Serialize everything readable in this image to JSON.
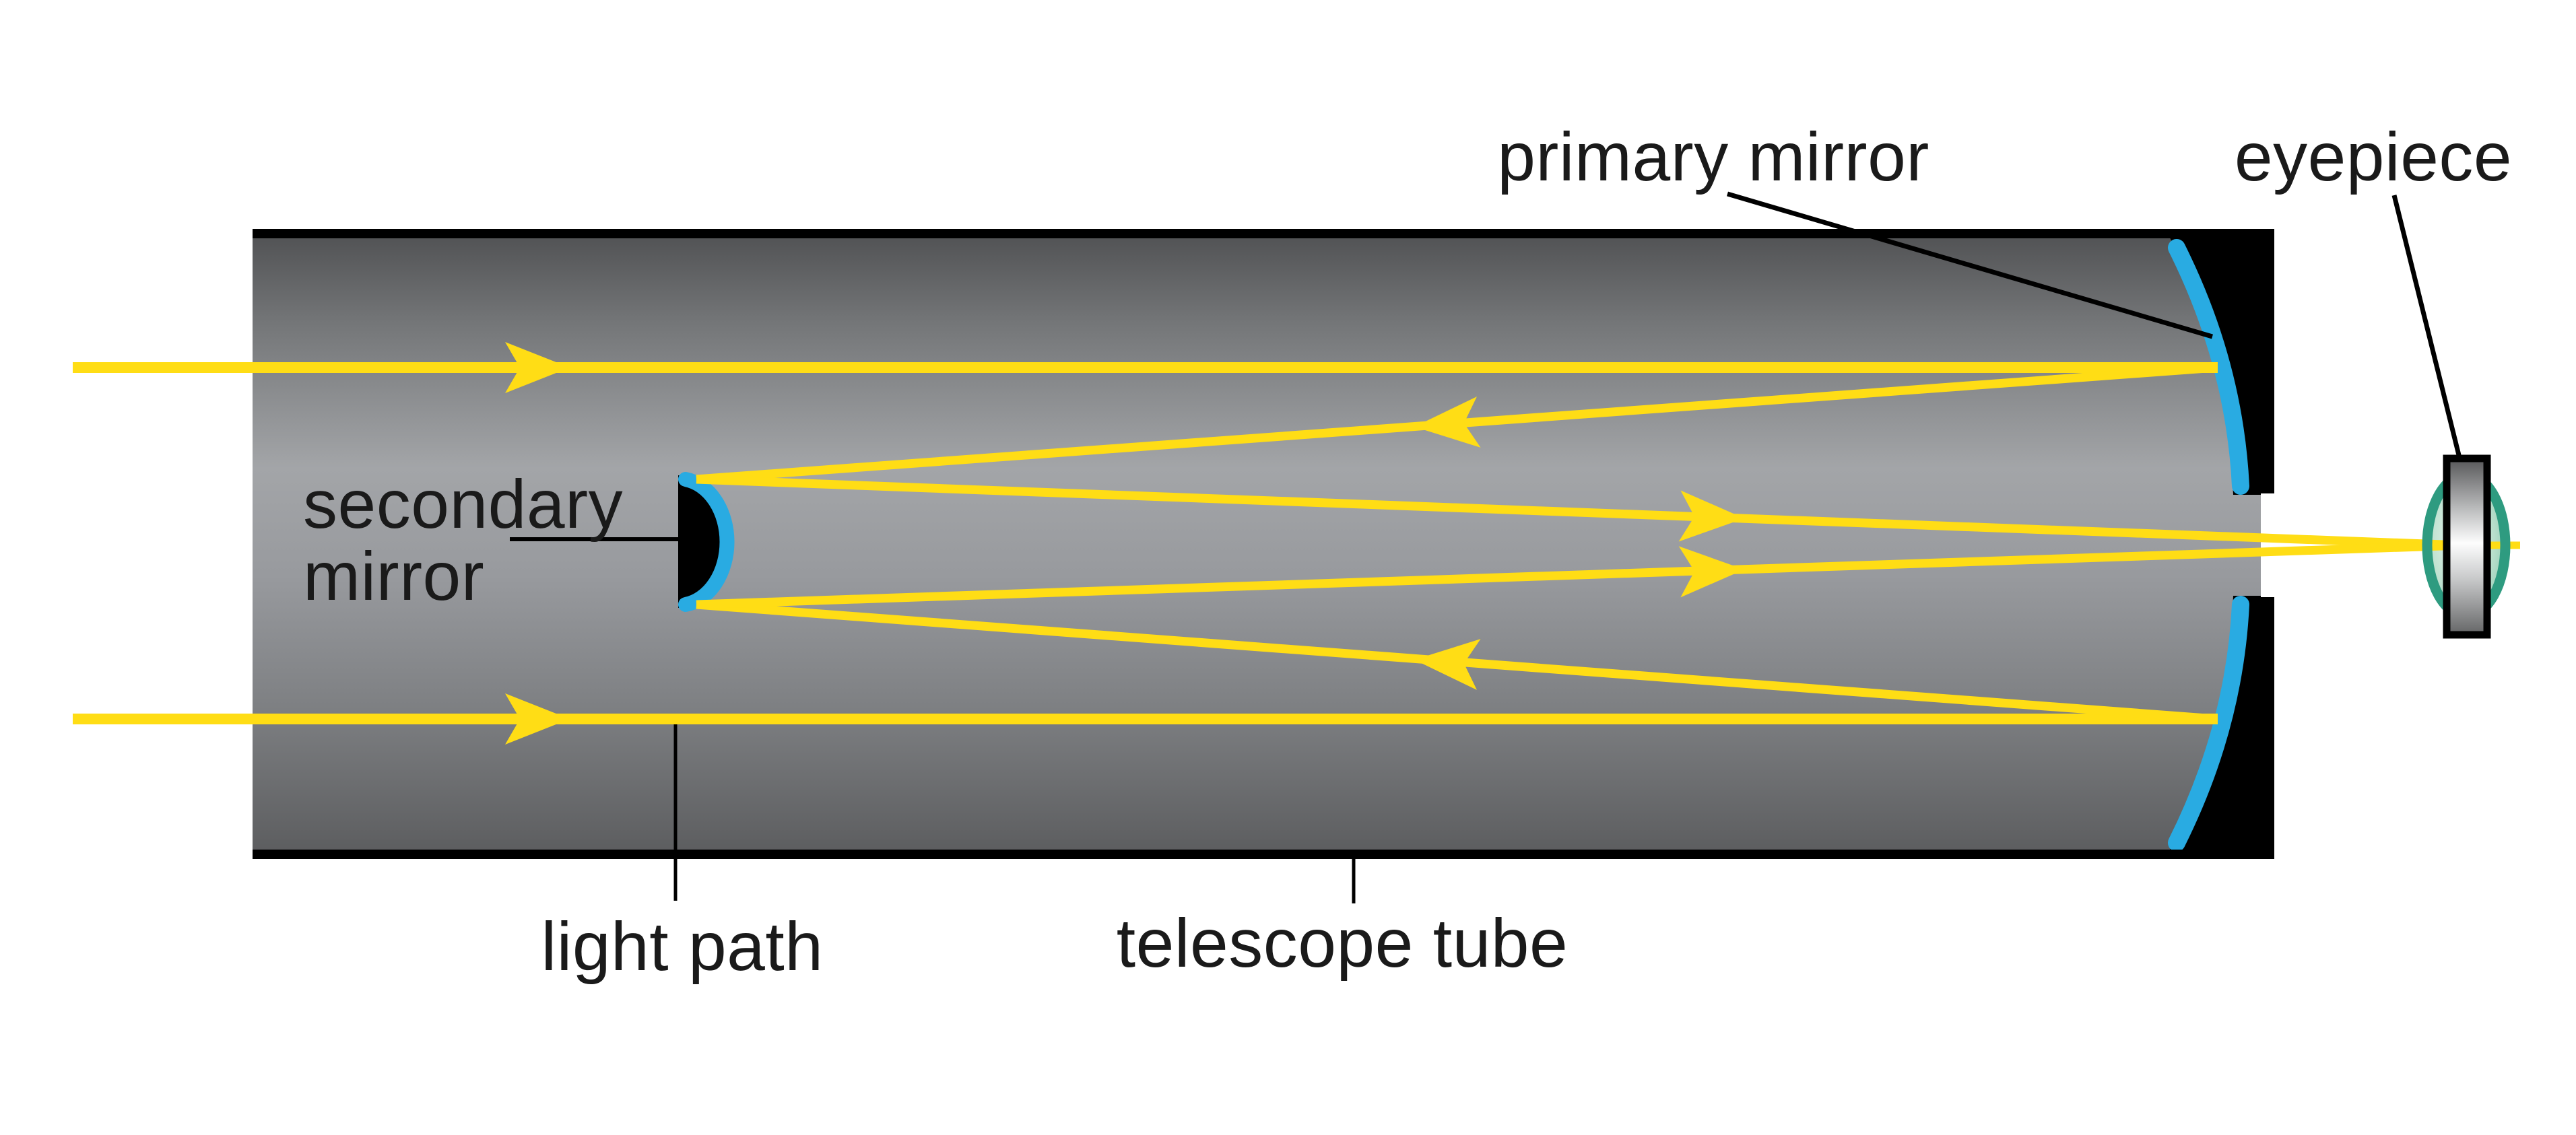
{
  "diagram": {
    "type": "optics-diagram",
    "subject": "Cassegrain reflecting telescope light path",
    "labels": {
      "primary_mirror": "primary mirror",
      "eyepiece": "eyepiece",
      "secondary_mirror_line1": "secondary",
      "secondary_mirror_line2": "mirror",
      "light_path": "light path",
      "telescope_tube": "telescope tube"
    },
    "components": [
      "telescope tube",
      "primary mirror",
      "secondary mirror",
      "eyepiece lens",
      "light rays"
    ],
    "colors": {
      "background": "#FFFFFF",
      "light_ray_yellow": "#FFDD15",
      "mirror_coating_cyan": "#29ABE2",
      "lens_rim_green": "#2E9B80",
      "lens_glass_light": "#E9F5EE",
      "lens_glass_dark": "#7FC3A8",
      "tube_gray_dark": "#4F5052",
      "tube_gray_light": "#A3A5A8",
      "outline_black": "#000000",
      "label_text": "#1A1A1A"
    },
    "ray_count_entering": 2,
    "arrowhead_count": 6
  }
}
